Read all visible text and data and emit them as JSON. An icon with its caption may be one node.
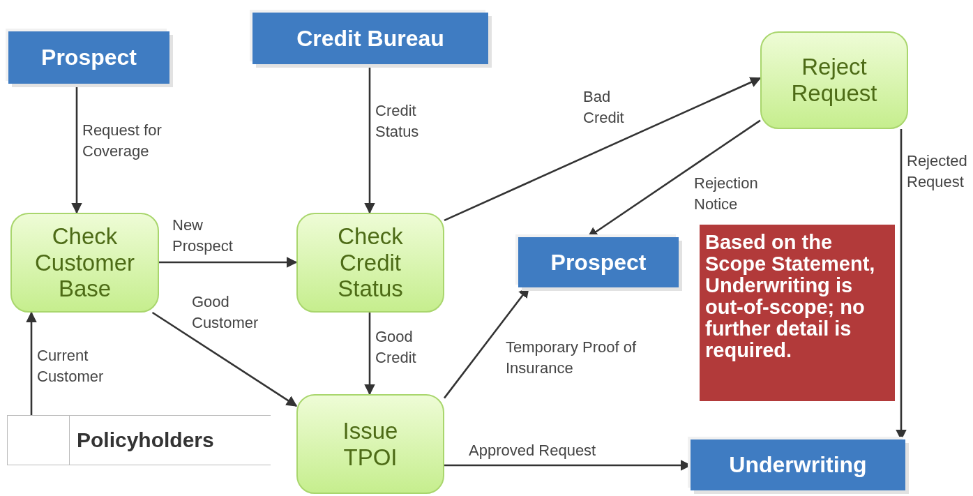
{
  "diagram": {
    "nodes": [
      {
        "text": [
          "Prospect"
        ]
      },
      {
        "text": [
          "Credit Bureau"
        ]
      },
      {
        "text": [
          "Reject Request"
        ]
      },
      {
        "text": [
          "Check Customer Base"
        ]
      },
      {
        "text": [
          "Check Credit Status"
        ]
      },
      {
        "text": [
          "Prospect"
        ]
      },
      {
        "text": [
          "Based on the Scope Statement, Underwriting is out-of-scope; no further detail is required."
        ]
      },
      {
        "text": [
          "Policyholders"
        ]
      },
      {
        "text": [
          "Issue TPOI"
        ]
      },
      {
        "text": [
          "Underwriting"
        ]
      }
    ],
    "edges": [
      {
        "from": 0,
        "to": 3,
        "arrow": "to",
        "label": "Request for Coverage"
      },
      {
        "from": 1,
        "to": 4,
        "arrow": "to",
        "label": "Credit Status"
      },
      {
        "from": 4,
        "to": 2,
        "arrow": "to",
        "label": "Bad Credit"
      },
      {
        "from": 2,
        "to": 5,
        "arrow": "to",
        "label": "Rejection Notice"
      },
      {
        "from": 2,
        "to": 9,
        "arrow": "to",
        "label": "Rejected Request"
      },
      {
        "from": 3,
        "to": 4,
        "arrow": "to",
        "label": "New Prospect"
      },
      {
        "from": 3,
        "to": 8,
        "arrow": "to",
        "label": "Good Customer"
      },
      {
        "from": 7,
        "to": 3,
        "arrow": "to",
        "label": "Current Customer"
      },
      {
        "from": 4,
        "to": 8,
        "arrow": "to",
        "label": "Good Credit"
      },
      {
        "from": 8,
        "to": 5,
        "arrow": "to",
        "label": "Temporary Proof of Insurance"
      },
      {
        "from": 8,
        "to": 9,
        "arrow": "to",
        "label": "Approved Request"
      }
    ]
  }
}
